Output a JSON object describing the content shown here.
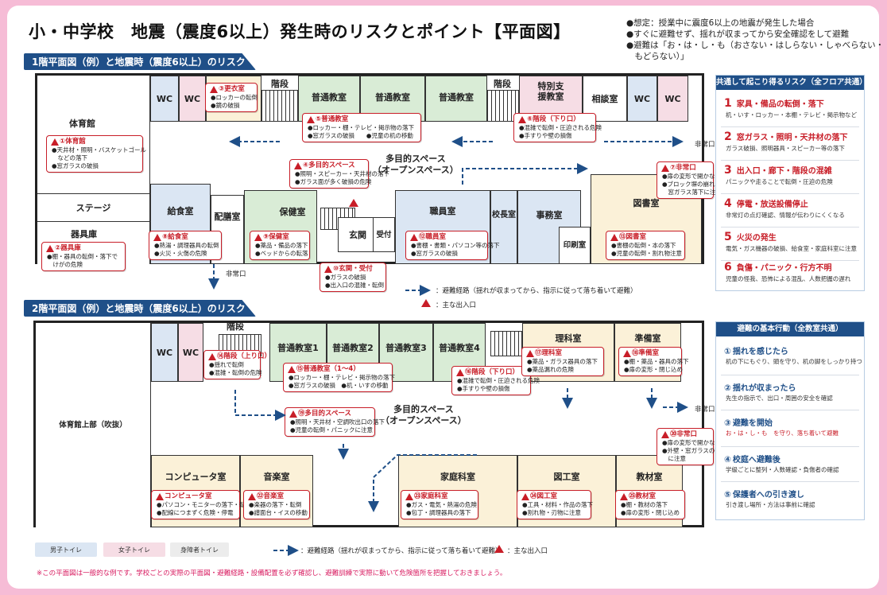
{
  "title": "小・中学校　地震（震度6以上）発生時のリスクとポイント【平面図】",
  "notes": [
    "●想定：授業中に震度6以上の地震が発生した場合",
    "●すぐに避難せず、揺れが収まってから安全確認をして避難",
    "●避難は「お・は・し・も（おさない・はしらない・しゃべらない・",
    "　もどらない）」"
  ],
  "floor1": {
    "heading": "1階平面図（例）と地震時（震度6以上）のリスク",
    "rooms": {
      "gym": "体育館",
      "stage": "ステージ",
      "storage": "器具庫",
      "wc1": "WC",
      "wc2": "WC",
      "locker": "更衣室",
      "stairs1": "階段",
      "cls1": "普通教室",
      "cls2": "普通教室",
      "cls3": "普通教室",
      "stairs2": "階段",
      "special": "特別支\n援教室",
      "consult": "相談室",
      "wc3": "WC",
      "wc4": "WC",
      "kitchen": "給食室",
      "serving": "配膳室",
      "nurse": "保健室",
      "entrance": "玄関",
      "reception": "受付",
      "staff": "職員室",
      "principal": "校長室",
      "office": "事務室",
      "printing": "印刷室",
      "library": "図書室"
    },
    "space": "多目的スペース\n（オープンスペース）",
    "exit1": "非常口",
    "exit2": "非常口",
    "callouts": [
      {
        "title": "①体育館",
        "lines": [
          "●天井材・照明・バスケットゴール",
          "　などの落下",
          "●窓ガラスの破損"
        ]
      },
      {
        "title": "②器具庫",
        "lines": [
          "●棚・器具の転倒・落下で",
          "　けがの危険"
        ]
      },
      {
        "title": "③更衣室",
        "lines": [
          "●ロッカーの転倒",
          "●鏡の破損"
        ]
      },
      {
        "title": "④多目的スペース",
        "lines": [
          "●照明・スピーカー・天井材の落下",
          "●ガラス面が多く破損の危険"
        ]
      },
      {
        "title": "⑤普通教室",
        "lines": [
          "●ロッカー・棚・テレビ・掲示物の落下",
          "●窓ガラスの破損　　●児童の机の移動"
        ]
      },
      {
        "title": "⑥階段（下り口）",
        "lines": [
          "●混雑で転倒・圧迫される危険",
          "●手すりや壁の損傷"
        ]
      },
      {
        "title": "⑦非常口",
        "lines": [
          "●扉の変形で開かない",
          "●ブロック塀の崩れや",
          "　窓ガラス落下に注意"
        ]
      },
      {
        "title": "⑧給食室",
        "lines": [
          "●熱湯・調理器具の転倒",
          "●火災・火傷の危険"
        ]
      },
      {
        "title": "⑨保健室",
        "lines": [
          "●薬品・備品の落下",
          "●ベッドからの転落"
        ]
      },
      {
        "title": "⑩玄関・受付",
        "lines": [
          "●ガラスの破損",
          "●出入口の混雑・転倒"
        ]
      },
      {
        "title": "⑫職員室",
        "lines": [
          "●書棚・書類・パソコン等の落下",
          "●窓ガラスの破損"
        ]
      },
      {
        "title": "⑬図書室",
        "lines": [
          "●書棚の転倒・本の落下",
          "●児童の転倒・割れ物注意"
        ]
      }
    ]
  },
  "legend1": {
    "route": "：避難経路（揺れが収まってから、指示に従って落ち着いて避難）",
    "entrance": "：主な出入口"
  },
  "floor2": {
    "heading": "2階平面図（例）と地震時（震度6以上）のリスク",
    "rooms": {
      "gymUpper": "体育館上部（吹抜）",
      "wc1": "WC",
      "wc2": "WC",
      "stairs1": "階段",
      "c1": "普通教室1",
      "c2": "普通教室2",
      "c3": "普通教室3",
      "c4": "普通教室4",
      "science": "理科室",
      "prep": "準備室",
      "computer": "コンピュータ室",
      "music": "音楽室",
      "home": "家庭科室",
      "craft": "図工室",
      "materials": "教材室"
    },
    "space": "多目的スペース\n（オープンスペース）",
    "exit": "非常口",
    "callouts": [
      {
        "title": "⑭階段（上り口）",
        "lines": [
          "●揺れで転倒",
          "●混雑・転倒の危険"
        ]
      },
      {
        "title": "⑮普通教室（1〜4）",
        "lines": [
          "●ロッカー・棚・テレビ・掲示物の落下",
          "●窓ガラスの破損　●机・いすの移動"
        ]
      },
      {
        "title": "⑯階段（下り口）",
        "lines": [
          "●混雑で転倒・圧迫される危険",
          "●手すりや壁の損傷"
        ]
      },
      {
        "title": "⑰理科室",
        "lines": [
          "●薬品・ガラス器具の落下",
          "●薬品漏れの危険"
        ]
      },
      {
        "title": "⑱準備室",
        "lines": [
          "●棚・薬品・器具の落下",
          "●扉の変形・閉じ込め"
        ]
      },
      {
        "title": "⑲多目的スペース",
        "lines": [
          "●照明・天井材・空調吹出口の落下",
          "●児童の転倒・パニックに注意"
        ]
      },
      {
        "title": "⑳非常口",
        "lines": [
          "●扉の変形で開かない",
          "●外壁・窓ガラスの落下",
          "　に注意"
        ]
      },
      {
        "title": "コンピュータ室",
        "lines": [
          "●パソコン・モニターの落下・転倒",
          "●配線につまずく危険・停電"
        ]
      },
      {
        "title": "㉒音楽室",
        "lines": [
          "●楽器の落下・転倒",
          "●譜面台・イスの移動"
        ]
      },
      {
        "title": "㉓家庭科室",
        "lines": [
          "●ガス・電気・熱湯の危険",
          "●包丁・調理器具の落下"
        ]
      },
      {
        "title": "㉔図工室",
        "lines": [
          "●工具・材料・作品の落下",
          "●割れ物・刃物に注意"
        ]
      },
      {
        "title": "㉕教材室",
        "lines": [
          "●棚・教材の落下",
          "●扉の変形・閉じ込め"
        ]
      }
    ]
  },
  "risks": {
    "heading": "共通して起こり得るリスク（全フロア共通）",
    "items": [
      {
        "n": "1",
        "t": "家具・備品の転倒・落下",
        "d": "机・いす・ロッカー・本棚・テレビ・掲示物など"
      },
      {
        "n": "2",
        "t": "窓ガラス・照明・天井材の落下",
        "d": "ガラス破損、照明器具・スピーカー等の落下"
      },
      {
        "n": "3",
        "t": "出入口・廊下・階段の混雑",
        "d": "パニックや走ることで転倒・圧迫の危険"
      },
      {
        "n": "4",
        "t": "停電・放送設備停止",
        "d": "非常灯の点灯確認、情報が伝わりにくくなる"
      },
      {
        "n": "5",
        "t": "火災の発生",
        "d": "電気・ガス機器の破損、給食室・家庭科室に注意"
      },
      {
        "n": "6",
        "t": "負傷・パニック・行方不明",
        "d": "児童の怪我、恐怖による混乱、人数把握の遅れ"
      }
    ]
  },
  "actions": {
    "heading": "避難の基本行動（全教室共通）",
    "items": [
      {
        "n": "①",
        "t": "揺れを感じたら",
        "d": "机の下にもぐり、頭を守り、机の脚をしっかり持つ"
      },
      {
        "n": "②",
        "t": "揺れが収まったら",
        "d": "先生の指示で、出口・周囲の安全を確認"
      },
      {
        "n": "③",
        "t": "避難を開始",
        "d": "お・は・し・も　を守り、落ち着いて避難"
      },
      {
        "n": "④",
        "t": "校庭へ避難後",
        "d": "学級ごとに整列・人数確認・負傷者の確認"
      },
      {
        "n": "⑤",
        "t": "保護者への引き渡し",
        "d": "引き渡し場所・方法は事前に確認"
      }
    ]
  },
  "legend2": {
    "boys": "男子トイレ",
    "girls": "女子トイレ",
    "accessible": "身障者トイレ",
    "route": "：避難経路（揺れが収まってから、指示に従って落ち着いて避難）",
    "entrance": "：主な出入口"
  },
  "footer": "※この平面図は一般的な例です。学校ごとの実際の平面図・避難経路・設備配置を必ず確認し、避難訓練で実際に動いて危険箇所を把握しておきましょう。",
  "colors": {
    "frame": "#f6bcd6",
    "navy": "#1f4f88",
    "red": "#c81e28",
    "boys": "#dbe6f3",
    "girls": "#f6dde5",
    "classroom": "#d9ecd6",
    "special": "#fbf1d8"
  }
}
